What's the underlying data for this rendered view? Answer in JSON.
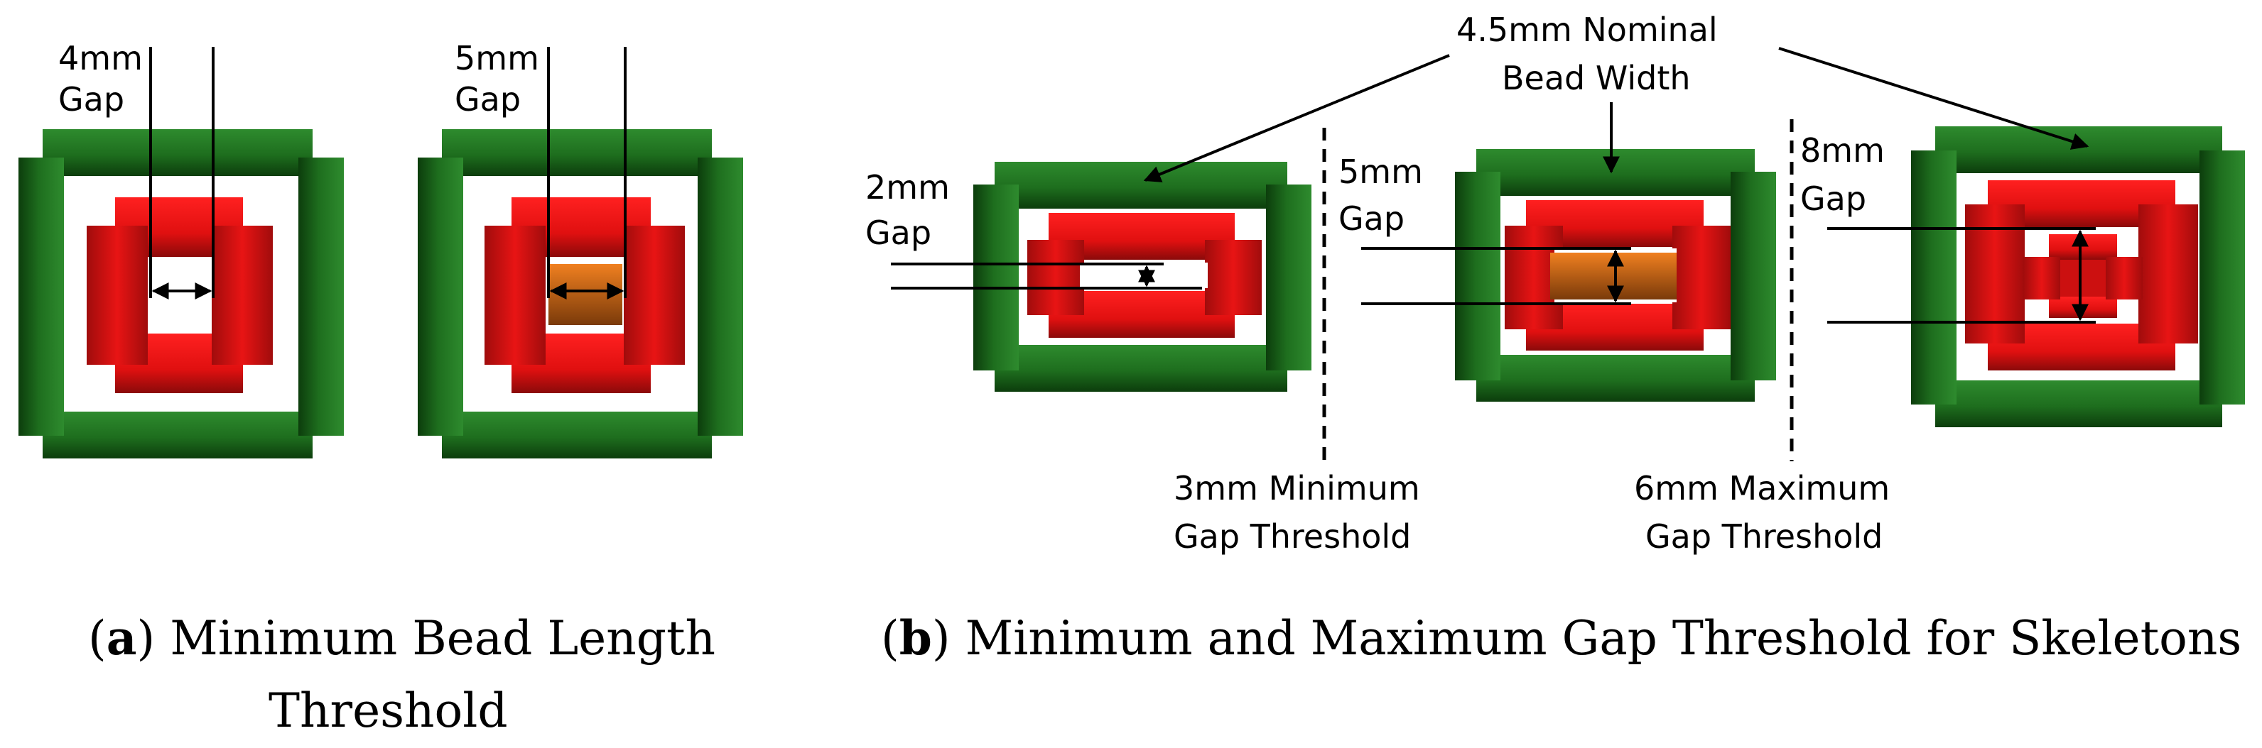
{
  "panel_a": {
    "left_gap_label": [
      "4mm",
      "Gap"
    ],
    "right_gap_label": [
      "5mm",
      "Gap"
    ],
    "caption_letter": "a",
    "caption_lines": [
      "Minimum Bead Length",
      "Threshold"
    ]
  },
  "panel_b": {
    "nominal_label": [
      "4.5mm Nominal",
      "Bead Width"
    ],
    "gap_labels": {
      "g2": [
        "2mm",
        "Gap"
      ],
      "g5": [
        "5mm",
        "Gap"
      ],
      "g8": [
        "8mm",
        "Gap"
      ]
    },
    "min_threshold": [
      "3mm Minimum",
      "Gap Threshold"
    ],
    "max_threshold": [
      "6mm Maximum",
      "Gap Threshold"
    ],
    "caption_letter": "b",
    "caption_text": "Minimum and Maximum Gap Threshold for Skeletons"
  },
  "colors": {
    "outer_bead": "#1f6b1f",
    "inner_bead": "#e01010",
    "skeleton_fill": "#d86a10"
  }
}
